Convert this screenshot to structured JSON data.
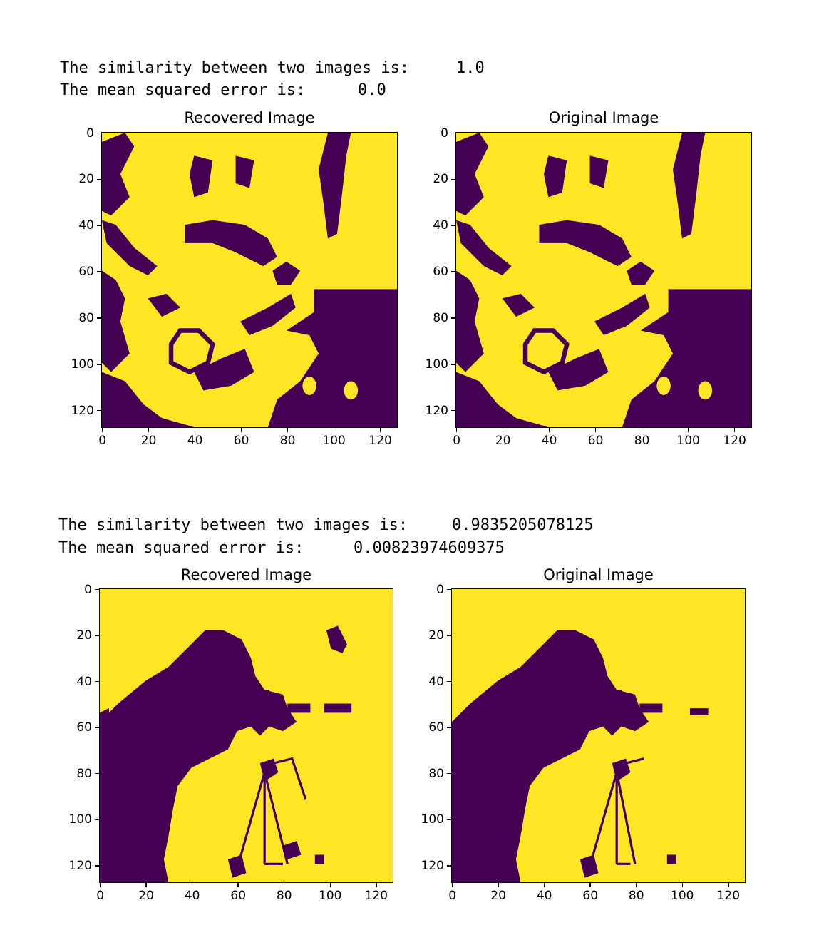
{
  "outputs": [
    {
      "similarity_label": "The similarity between two images is:",
      "similarity_value": "1.0",
      "mse_label": "The mean squared error is:",
      "mse_value": "0.0",
      "figures": [
        {
          "title": "Recovered Image",
          "image": "skimage-astronaut-binarized-icon"
        },
        {
          "title": "Original Image",
          "image": "skimage-astronaut-binarized-icon"
        }
      ]
    },
    {
      "similarity_label": "The similarity between two images is:",
      "similarity_value": "0.9835205078125",
      "mse_label": "The mean squared error is:",
      "mse_value": "0.00823974609375",
      "figures": [
        {
          "title": "Recovered Image",
          "image": "cameraman-binarized-noisy-icon"
        },
        {
          "title": "Original Image",
          "image": "cameraman-binarized-icon"
        }
      ]
    }
  ],
  "axis_ticks": {
    "y": [
      "0",
      "20",
      "40",
      "60",
      "80",
      "100",
      "120"
    ],
    "x": [
      "0",
      "20",
      "40",
      "60",
      "80",
      "100",
      "120"
    ]
  },
  "colors": {
    "foreground": "#440154",
    "background": "#fde725"
  }
}
